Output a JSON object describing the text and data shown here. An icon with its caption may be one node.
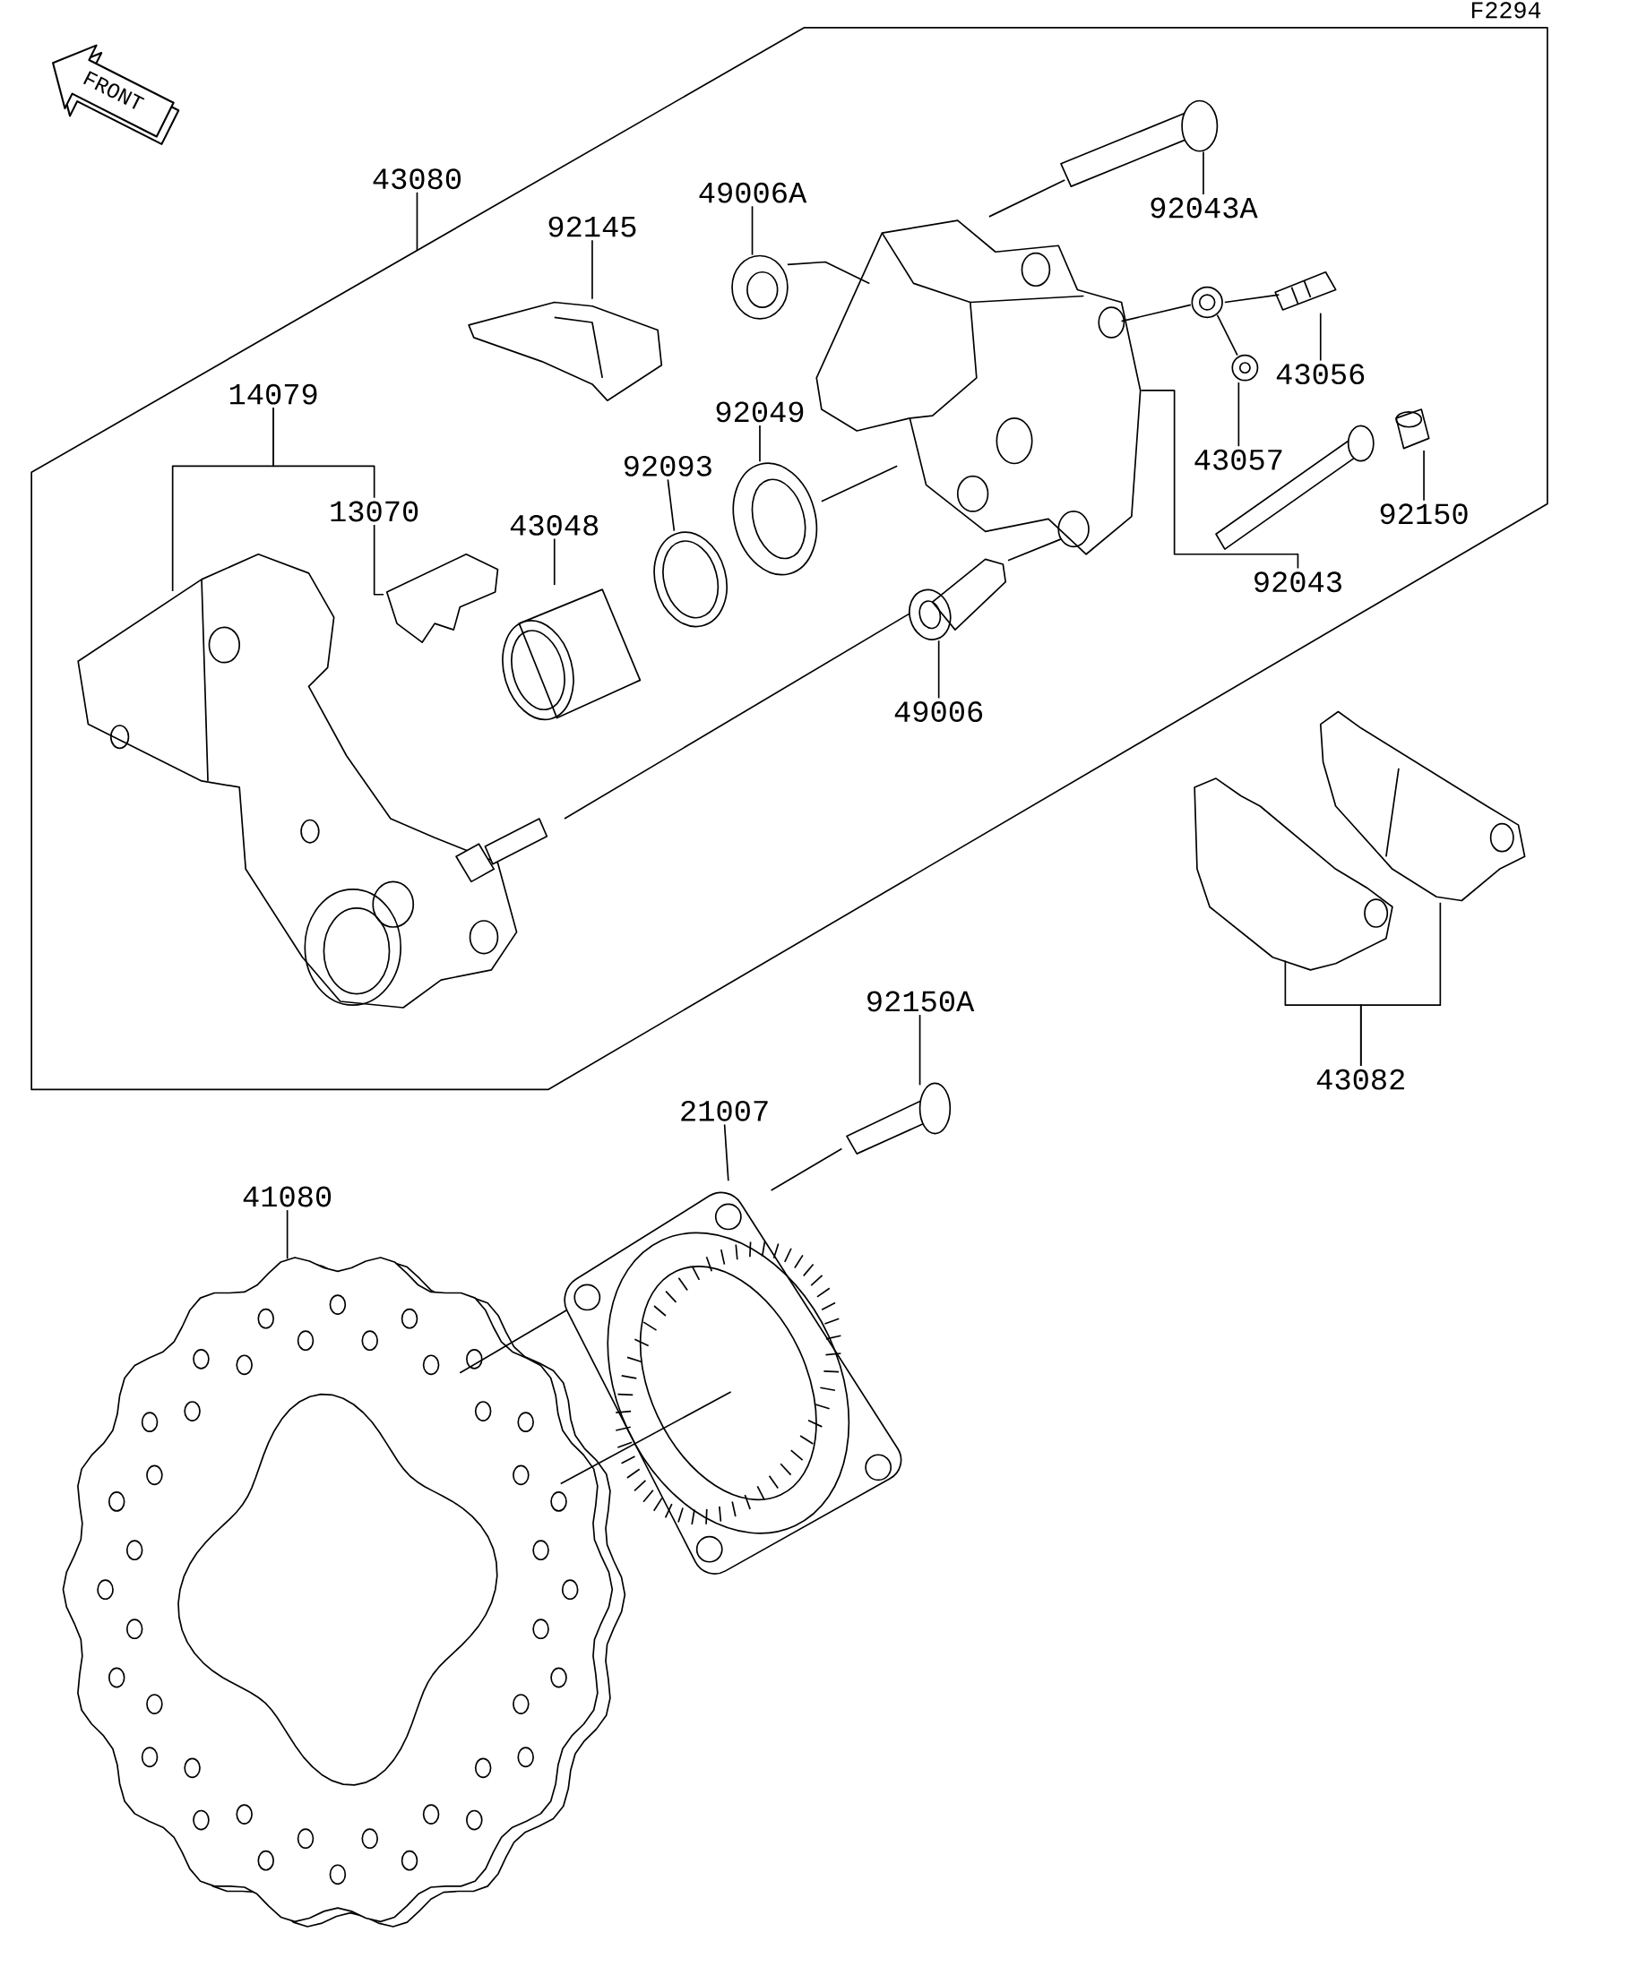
{
  "diagram": {
    "nodes": [
      {
        "text": [
          "43080"
        ]
      },
      {
        "text": [
          "92145"
        ]
      },
      {
        "text": [],
        "shape": "picture"
      },
      {
        "text": [
          "49006A"
        ]
      },
      {
        "text": [],
        "shape": "picture"
      },
      {
        "text": [
          "92043A"
        ]
      },
      {
        "text": [],
        "shape": "picture"
      },
      {
        "text": [
          "43056"
        ]
      },
      {
        "text": [],
        "shape": "picture"
      },
      {
        "text": [
          "43057"
        ]
      },
      {
        "text": [],
        "shape": "picture"
      },
      {
        "text": [
          "14079"
        ]
      },
      {
        "text": [],
        "shape": "picture"
      },
      {
        "text": [
          "13070"
        ]
      },
      {
        "text": [],
        "shape": "picture"
      },
      {
        "text": [
          "43048"
        ]
      },
      {
        "text": [],
        "shape": "picture"
      },
      {
        "text": [
          "92093"
        ]
      },
      {
        "text": [],
        "shape": "picture"
      },
      {
        "text": [
          "92049"
        ]
      },
      {
        "text": [],
        "shape": "picture"
      },
      {
        "text": [],
        "shape": "picture"
      },
      {
        "text": [
          "92043"
        ]
      },
      {
        "text": [],
        "shape": "picture"
      },
      {
        "text": [
          "92150"
        ]
      },
      {
        "text": [],
        "shape": "picture"
      },
      {
        "text": [
          "49006"
        ]
      },
      {
        "text": [],
        "shape": "picture"
      },
      {
        "text": [],
        "shape": "picture"
      },
      {
        "text": [],
        "shape": "picture"
      },
      {
        "text": [
          "43082"
        ]
      },
      {
        "text": [
          "92150A"
        ]
      },
      {
        "text": [],
        "shape": "picture"
      },
      {
        "text": [
          "21007"
        ]
      },
      {
        "text": [],
        "shape": "picture"
      },
      {
        "text": [
          "41080"
        ]
      },
      {
        "text": [],
        "shape": "picture"
      },
      {
        "text": [
          "FRONT"
        ]
      }
    ],
    "edges": [
      {
        "from": 0,
        "to": null,
        "arrow": "none"
      },
      {
        "from": 1,
        "to": 2,
        "arrow": "none"
      },
      {
        "from": 3,
        "to": 4,
        "arrow": "none"
      },
      {
        "from": 5,
        "to": 6,
        "arrow": "none"
      },
      {
        "from": 7,
        "to": 8,
        "arrow": "none"
      },
      {
        "from": 9,
        "to": 10,
        "arrow": "none"
      },
      {
        "from": 11,
        "to": 12,
        "arrow": "none"
      },
      {
        "from": 11,
        "to": 13,
        "arrow": "none"
      },
      {
        "from": 13,
        "to": 14,
        "arrow": "none"
      },
      {
        "from": 15,
        "to": 16,
        "arrow": "none"
      },
      {
        "from": 17,
        "to": 18,
        "arrow": "none"
      },
      {
        "from": 19,
        "to": 20,
        "arrow": "none"
      },
      {
        "from": 22,
        "to": 21,
        "arrow": "none"
      },
      {
        "from": 24,
        "to": 25,
        "arrow": "none"
      },
      {
        "from": 26,
        "to": 27,
        "arrow": "none"
      },
      {
        "from": 30,
        "to": 28,
        "arrow": "none"
      },
      {
        "from": 30,
        "to": 29,
        "arrow": "none"
      },
      {
        "from": 31,
        "to": 32,
        "arrow": "none"
      },
      {
        "from": 33,
        "to": 34,
        "arrow": "none"
      },
      {
        "from": 35,
        "to": 36,
        "arrow": "none"
      },
      {
        "from": 4,
        "to": 21,
        "arrow": "none"
      },
      {
        "from": 21,
        "to": 6,
        "arrow": "none"
      },
      {
        "from": 21,
        "to": 10,
        "arrow": "none"
      },
      {
        "from": 10,
        "to": 8,
        "arrow": "none"
      },
      {
        "from": 20,
        "to": 21,
        "arrow": "none"
      },
      {
        "from": 27,
        "to": 21,
        "arrow": "none"
      },
      {
        "from": 12,
        "to": 27,
        "arrow": "none"
      },
      {
        "from": 34,
        "to": 32,
        "arrow": "none"
      },
      {
        "from": 36,
        "to": 34,
        "arrow": "none"
      },
      {
        "from": 36,
        "to": 34,
        "arrow": "none"
      }
    ],
    "labels": [
      "F2294"
    ]
  }
}
